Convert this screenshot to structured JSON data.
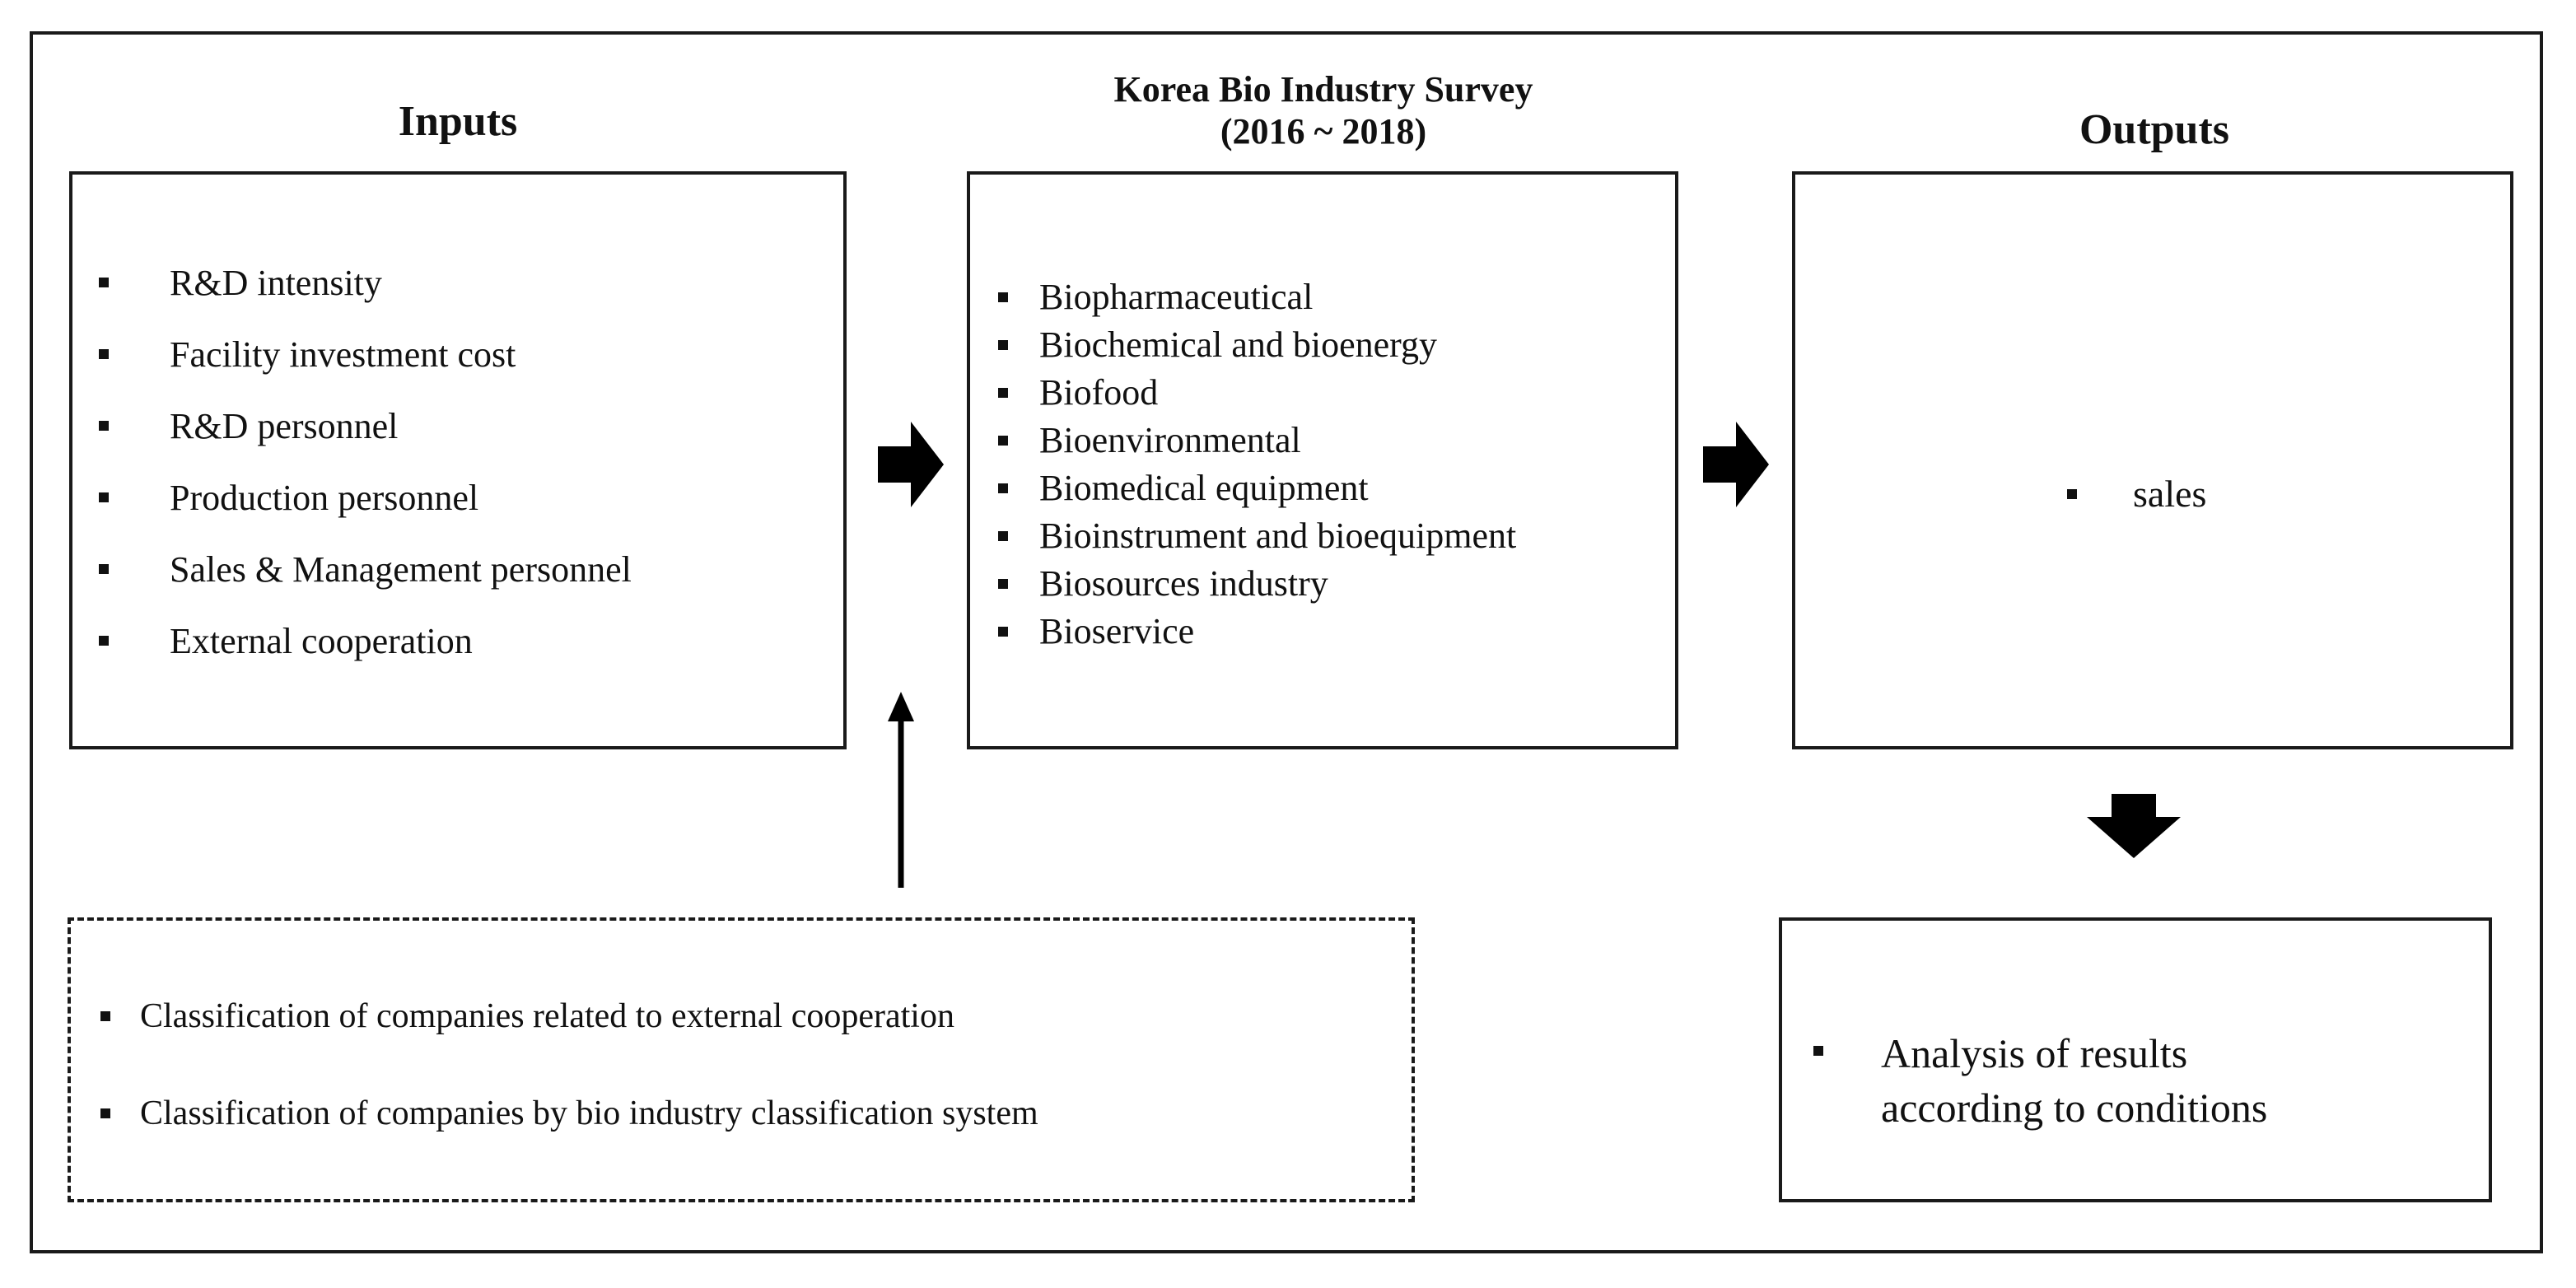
{
  "inputs": {
    "title": "Inputs",
    "items": [
      "R&D intensity",
      "Facility investment cost",
      "R&D personnel",
      "Production personnel",
      "Sales & Management personnel",
      "External cooperation"
    ]
  },
  "survey": {
    "title_line1": "Korea Bio Industry Survey",
    "title_line2": "(2016 ~ 2018)",
    "items": [
      "Biopharmaceutical",
      "Biochemical and bioenergy",
      "Biofood",
      "Bioenvironmental",
      "Biomedical equipment",
      "Bioinstrument and bioequipment",
      "Biosources industry",
      "Bioservice"
    ]
  },
  "outputs": {
    "title": "Outputs",
    "items": [
      "sales"
    ]
  },
  "criteria": {
    "items": [
      "Classification of companies related to external cooperation",
      "Classification of companies by bio industry classification system"
    ]
  },
  "analysis": {
    "items": [
      "Analysis of results according to conditions"
    ]
  }
}
